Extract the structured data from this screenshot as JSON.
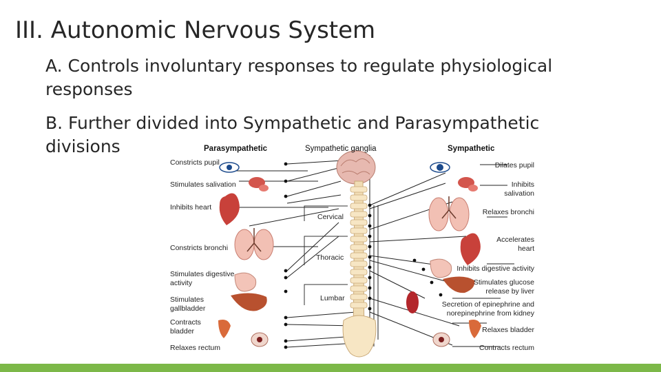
{
  "slide": {
    "title": "III. Autonomic Nervous System",
    "bullet_a": "A. Controls involuntary responses to regulate physiological responses",
    "bullet_b": "B.  Further divided into Sympathetic and Parasympathetic divisions"
  },
  "figure": {
    "headers": {
      "parasympathetic": "Parasympathetic",
      "ganglia": "Sympathetic ganglia",
      "sympathetic": "Sympathetic"
    },
    "spine_regions": {
      "cervical": "Cervical",
      "thoracic": "Thoracic",
      "lumbar": "Lumbar"
    },
    "parasympathetic_effects": [
      "Constricts pupil",
      "Stimulates salivation",
      "Inhibits heart",
      "Constricts bronchi",
      "Stimulates digestive activity",
      "Stimulates gallbladder",
      "Contracts bladder",
      "Relaxes rectum"
    ],
    "sympathetic_effects": [
      "Dilates pupil",
      "Inhibits salivation",
      "Relaxes bronchi",
      "Accelerates heart",
      "Inhibits digestive activity",
      "Stimulates glucose release by liver",
      "Secretion of epinephrine and norepinephrine from kidney",
      "Relaxes bladder",
      "Contracts rectum"
    ]
  },
  "colors": {
    "accent_bar": "#7cb848",
    "text": "#262626",
    "organ_red": "#c8413a",
    "spine": "#f0dcb4"
  }
}
